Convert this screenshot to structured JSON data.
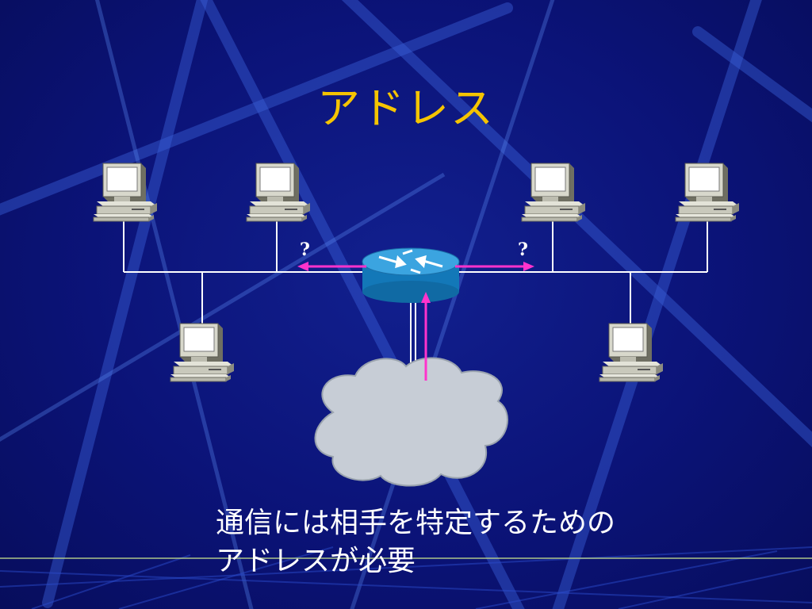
{
  "slide": {
    "title": "アドレス",
    "caption_line1": "通信には相手を特定するための",
    "caption_line2": "アドレスが必要",
    "question_left": "?",
    "question_right": "?"
  },
  "icons": {
    "pc": "pc-icon",
    "router": "router-icon",
    "cloud": "cloud-icon",
    "arrow": "arrow-icon"
  },
  "colors": {
    "background": "#0b1378",
    "title": "#f5c400",
    "caption": "#ffffff",
    "arrow": "#ff33cc",
    "wire": "#ffffff",
    "router": "#1e8fd0",
    "cloud": "#c9d0da"
  }
}
